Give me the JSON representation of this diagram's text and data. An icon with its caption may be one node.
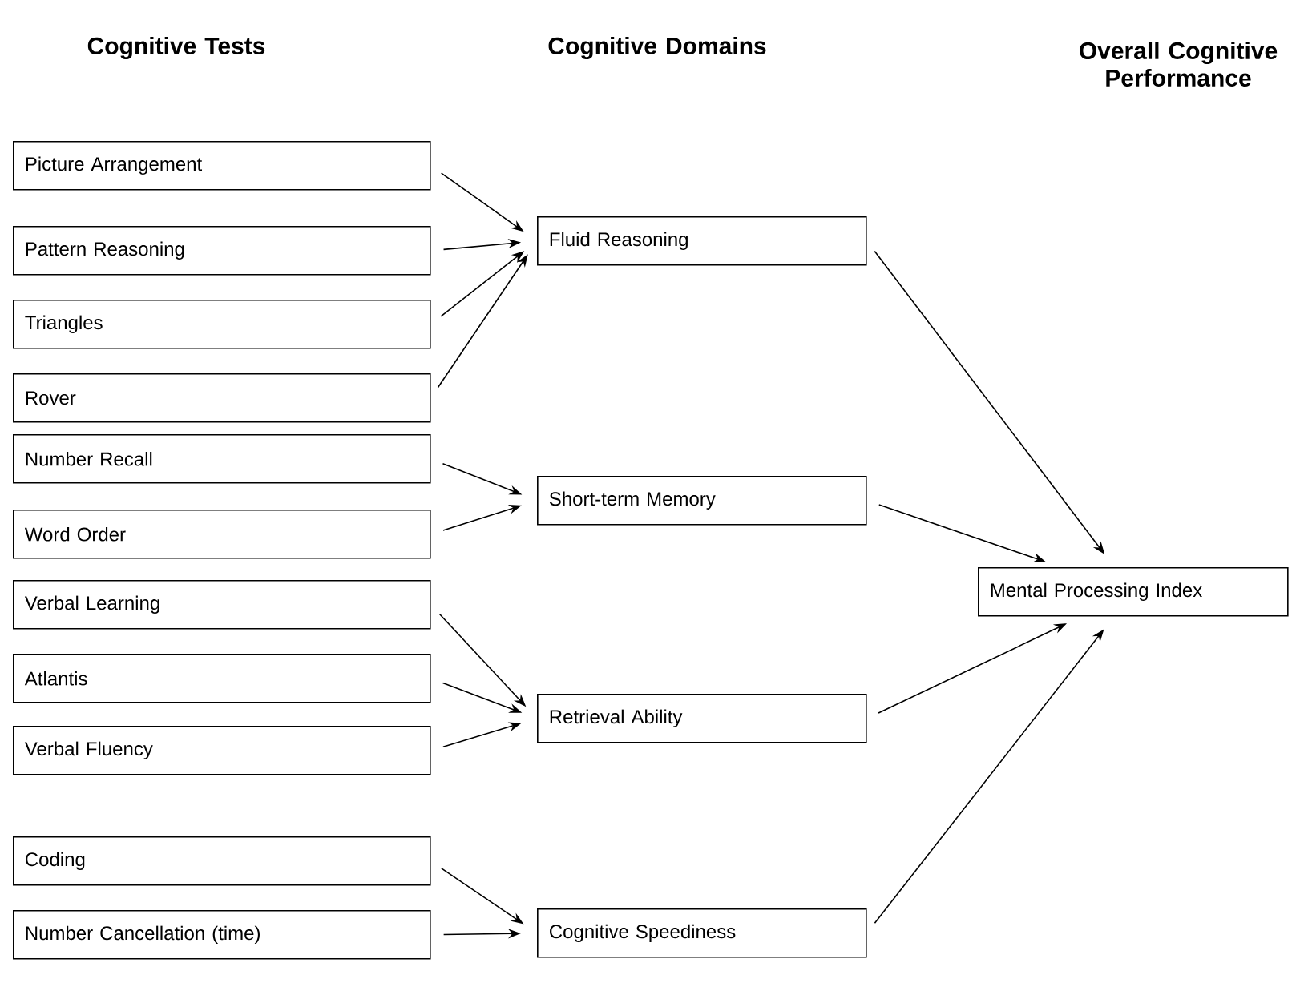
{
  "diagram": {
    "nodes": [
      {
        "text": [
          "Picture Arrangement"
        ]
      },
      {
        "text": [
          "Pattern Reasoning"
        ]
      },
      {
        "text": [
          "Triangles"
        ]
      },
      {
        "text": [
          "Rover"
        ]
      },
      {
        "text": [
          "Number Recall"
        ]
      },
      {
        "text": [
          "Word Order"
        ]
      },
      {
        "text": [
          "Verbal Learning"
        ]
      },
      {
        "text": [
          "Atlantis"
        ]
      },
      {
        "text": [
          "Verbal Fluency"
        ]
      },
      {
        "text": [
          "Coding"
        ]
      },
      {
        "text": [
          "Number Cancellation (time)"
        ]
      },
      {
        "text": [
          "Fluid Reasoning"
        ]
      },
      {
        "text": [
          "Short-term Memory"
        ]
      },
      {
        "text": [
          "Retrieval Ability"
        ]
      },
      {
        "text": [
          "Cognitive Speediness"
        ]
      },
      {
        "text": [
          "Mental Processing Index"
        ]
      }
    ],
    "edges": [
      {
        "from": 0,
        "to": 11,
        "arrow": "to"
      },
      {
        "from": 1,
        "to": 11,
        "arrow": "to"
      },
      {
        "from": 2,
        "to": 11,
        "arrow": "to"
      },
      {
        "from": 3,
        "to": 11,
        "arrow": "to"
      },
      {
        "from": 4,
        "to": 12,
        "arrow": "to"
      },
      {
        "from": 5,
        "to": 12,
        "arrow": "to"
      },
      {
        "from": 6,
        "to": 13,
        "arrow": "to"
      },
      {
        "from": 7,
        "to": 13,
        "arrow": "to"
      },
      {
        "from": 8,
        "to": 13,
        "arrow": "to"
      },
      {
        "from": 9,
        "to": 14,
        "arrow": "to"
      },
      {
        "from": 10,
        "to": 14,
        "arrow": "to"
      },
      {
        "from": 11,
        "to": 15,
        "arrow": "to"
      },
      {
        "from": 12,
        "to": 15,
        "arrow": "to"
      },
      {
        "from": 13,
        "to": 15,
        "arrow": "to"
      },
      {
        "from": 14,
        "to": 15,
        "arrow": "to"
      }
    ],
    "labels": [
      "Cognitive Tests",
      "Cognitive Domains",
      "Overall Cognitive Performance"
    ]
  }
}
